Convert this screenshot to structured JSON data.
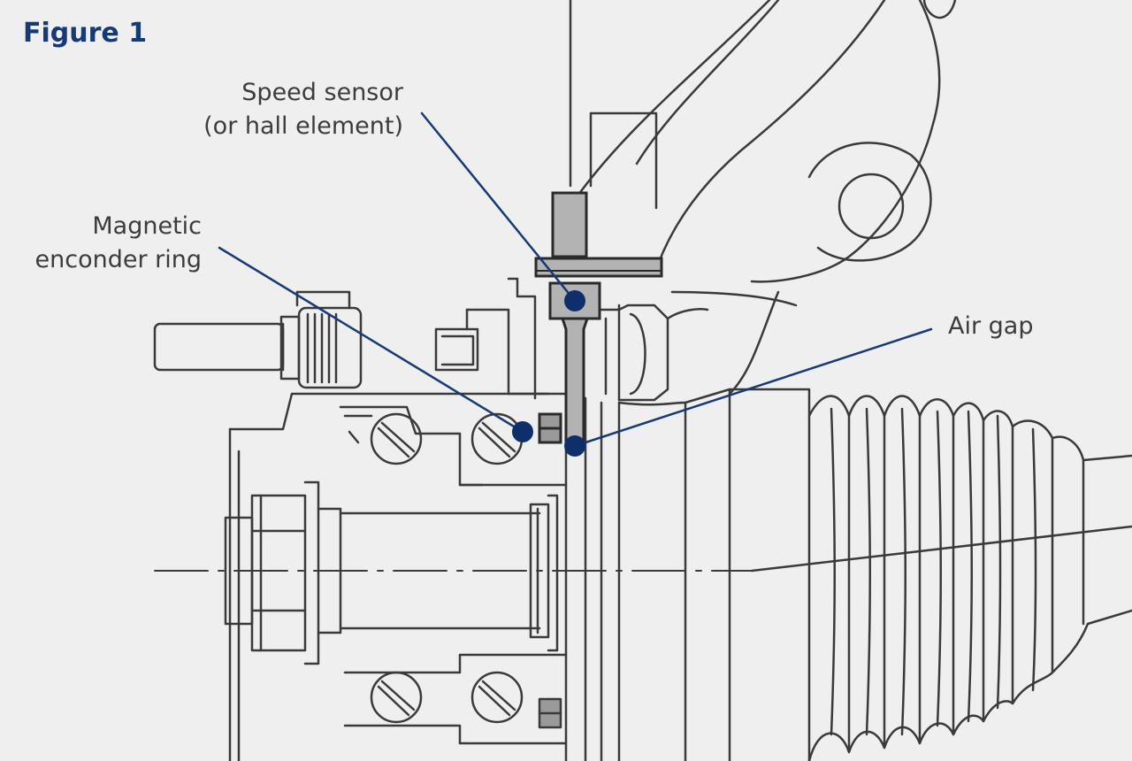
{
  "figure": {
    "title": "Figure 1",
    "colors": {
      "title": "#163a75",
      "leader": "#163a75",
      "dot": "#0f2f6b",
      "line": "#3a3a3a",
      "sensor_fill": "#b3b3b3",
      "background": "#efefef"
    }
  },
  "labels": {
    "speed_sensor": {
      "line1": "Speed sensor",
      "line2": "(or  hall element)"
    },
    "magnetic_ring": {
      "line1": "Magnetic",
      "line2": "enconder ring"
    },
    "air_gap": {
      "line1": "Air gap"
    }
  }
}
